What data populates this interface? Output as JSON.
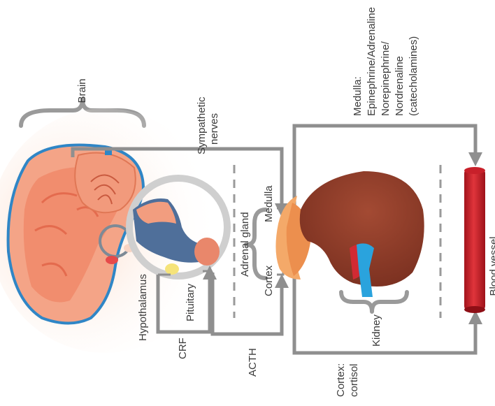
{
  "labels": {
    "brain": "Brain",
    "sympathetic": "Sympathetic",
    "nerves": "nerves",
    "medulla_top": "Medulla:",
    "medulla_line1": "Epinephrine/Adrenaline",
    "medulla_line2": "Norepinephrine/",
    "medulla_line3": "Nordrenaline",
    "medulla_line4": "(catecholamines)",
    "adrenal_gland": "Adrenal gland",
    "medulla": "Medulla",
    "cortex": "Cortex",
    "hypothalamus": "Hypothalamus",
    "pituitary": "Pituitary",
    "crf": "CRF",
    "acth": "ACTH",
    "kidney": "Kidney",
    "blood_vessel": "Blood vessel",
    "cortex_out": "Cortex:",
    "cortisol": "cortisol"
  },
  "colors": {
    "brain_fill": "#f3a07e",
    "brain_blue": "#2f86c6",
    "kidney_brown": "#8b3c28",
    "vessel_red": "#c8202a",
    "ureter_blue": "#2aa3dd",
    "arrow_gray": "#8f8f8f"
  }
}
